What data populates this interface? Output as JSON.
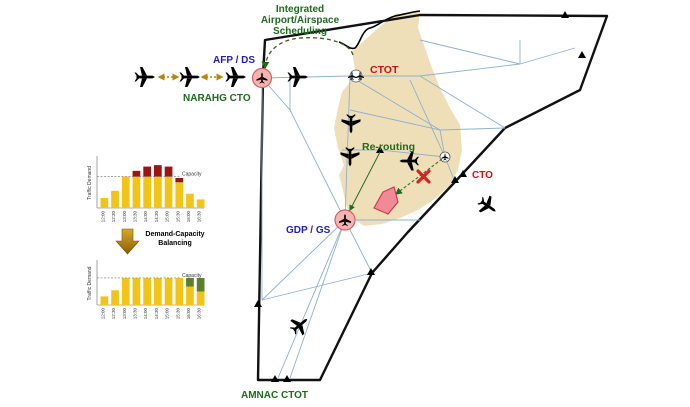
{
  "labels": {
    "integrated": [
      "Integrated",
      "Airport/Airspace",
      "Scheduling"
    ],
    "afp_ds": "AFP / DS",
    "narahg_cto": "NARAHG CTO",
    "ctot": "CTOT",
    "rerouting": "Re-routing",
    "cto": "CTO",
    "gdp_gs": "GDP / GS",
    "amnac_ctot": "AMNAC CTOT",
    "balancing": [
      "Demand-Capacity",
      "Balancing"
    ]
  },
  "colors": {
    "blue_label": "#1f1fbf",
    "green_label": "#1e6b1e",
    "red_label": "#cc1111",
    "land": "#efdfb8",
    "route": "#8fb0cc",
    "boundary": "#111111",
    "airport_ring": "#f4a0a0",
    "bar_yellow": "#f2c418",
    "bar_red": "#9c1414",
    "bar_green": "#5b7f2c",
    "arrow_gold": "#b8860b"
  },
  "icons": {
    "aircraft": "aircraft-icon",
    "airport": "airport-icon",
    "conflict": "x-mark-icon",
    "weather": "weather-cell-icon",
    "arrow": "down-arrow-icon"
  },
  "chart_data": [
    {
      "type": "bar",
      "ylabel": "Traffic Demand",
      "capacity_label": "Capacity",
      "categories": [
        "12:00",
        "12:30",
        "13:00",
        "13:30",
        "14:00",
        "14:30",
        "15:00",
        "15:30",
        "16:00",
        "16:30"
      ],
      "capacity": 22,
      "ylim": [
        0,
        35
      ],
      "series": [
        {
          "values": [
            7,
            12,
            22,
            22,
            22,
            22,
            22,
            18,
            10,
            6
          ]
        },
        {
          "values": [
            0,
            0,
            0,
            4,
            7,
            8,
            7,
            3,
            0,
            0
          ]
        }
      ]
    },
    {
      "type": "bar",
      "ylabel": "Traffic Demand",
      "capacity_label": "Capacity",
      "categories": [
        "12:00",
        "12:30",
        "13:00",
        "13:30",
        "14:00",
        "14:30",
        "15:00",
        "15:30",
        "16:00",
        "16:30"
      ],
      "capacity": 22,
      "ylim": [
        0,
        35
      ],
      "series": [
        {
          "values": [
            7,
            12,
            22,
            22,
            22,
            22,
            22,
            22,
            15,
            11
          ]
        },
        {
          "values": [
            0,
            0,
            0,
            0,
            0,
            0,
            0,
            0,
            7,
            11
          ]
        }
      ]
    }
  ]
}
